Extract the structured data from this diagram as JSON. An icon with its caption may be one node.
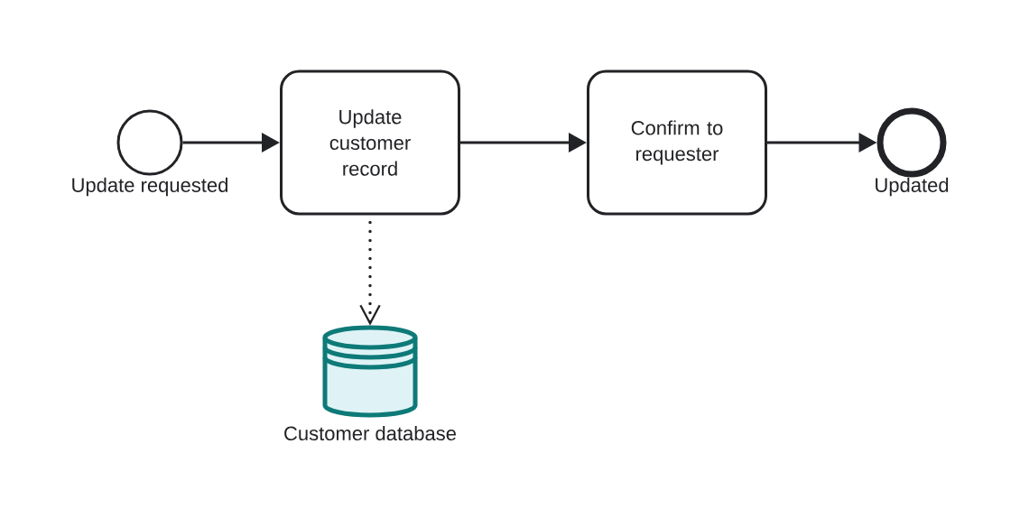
{
  "diagram": {
    "nodes": [
      {
        "text": [],
        "shape": "circle",
        "beside": [
          "Update requested"
        ]
      },
      {
        "text": [
          "Update customer record"
        ]
      },
      {
        "text": [
          "Confirm to requester"
        ]
      },
      {
        "text": [],
        "shape": "circle",
        "beside": [
          "Updated"
        ]
      },
      {
        "text": [],
        "shape": "cylinder",
        "beside": [
          "Customer database"
        ]
      }
    ],
    "edges": [
      {
        "from": 0,
        "to": 1,
        "arrow": "to"
      },
      {
        "from": 1,
        "to": 2,
        "arrow": "to"
      },
      {
        "from": 2,
        "to": 3,
        "arrow": "to"
      },
      {
        "from": 1,
        "to": 4,
        "arrow": "to",
        "style": "dashed"
      }
    ]
  }
}
